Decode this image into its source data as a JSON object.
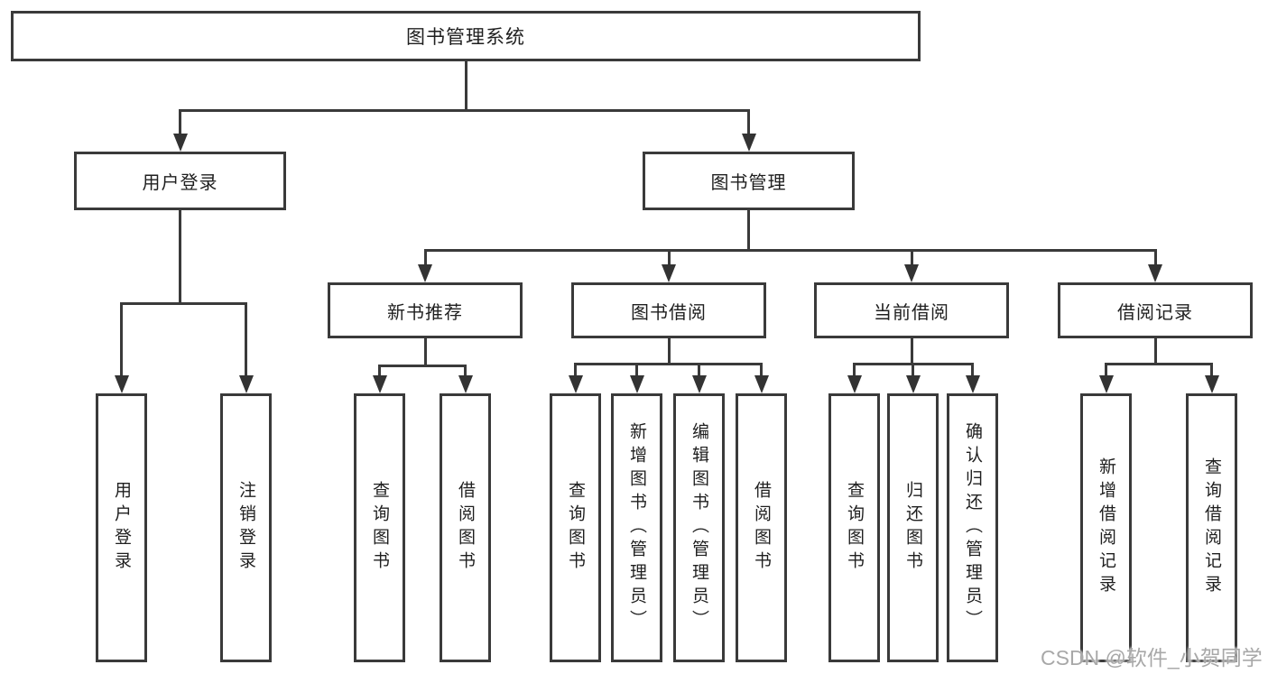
{
  "diagram": {
    "root": "图书管理系统",
    "level1": [
      "用户登录",
      "图书管理"
    ],
    "level2": [
      "新书推荐",
      "图书借阅",
      "当前借阅",
      "借阅记录"
    ],
    "leaves": [
      "用户登录",
      "注销登录",
      "查询图书",
      "借阅图书",
      "查询图书",
      "新增图书（管理员）",
      "编辑图书（管理员）",
      "借阅图书",
      "查询图书",
      "归还图书",
      "确认归还（管理员）",
      "新增借阅记录",
      "查询借阅记录"
    ],
    "edges": [
      [
        "图书管理系统",
        "用户登录"
      ],
      [
        "图书管理系统",
        "图书管理"
      ],
      [
        "用户登录",
        "用户登录"
      ],
      [
        "用户登录",
        "注销登录"
      ],
      [
        "图书管理",
        "新书推荐"
      ],
      [
        "图书管理",
        "图书借阅"
      ],
      [
        "图书管理",
        "当前借阅"
      ],
      [
        "图书管理",
        "借阅记录"
      ],
      [
        "新书推荐",
        "查询图书"
      ],
      [
        "新书推荐",
        "借阅图书"
      ],
      [
        "图书借阅",
        "查询图书"
      ],
      [
        "图书借阅",
        "新增图书（管理员）"
      ],
      [
        "图书借阅",
        "编辑图书（管理员）"
      ],
      [
        "图书借阅",
        "借阅图书"
      ],
      [
        "当前借阅",
        "查询图书"
      ],
      [
        "当前借阅",
        "归还图书"
      ],
      [
        "当前借阅",
        "确认归还（管理员）"
      ],
      [
        "借阅记录",
        "新增借阅记录"
      ],
      [
        "借阅记录",
        "查询借阅记录"
      ]
    ],
    "colors": {
      "line": "#3a3a3a",
      "text": "#1f1f1f",
      "background": "#ffffff",
      "watermark": "#a8a8a8"
    }
  },
  "watermark": "CSDN @软件_小贺同学"
}
